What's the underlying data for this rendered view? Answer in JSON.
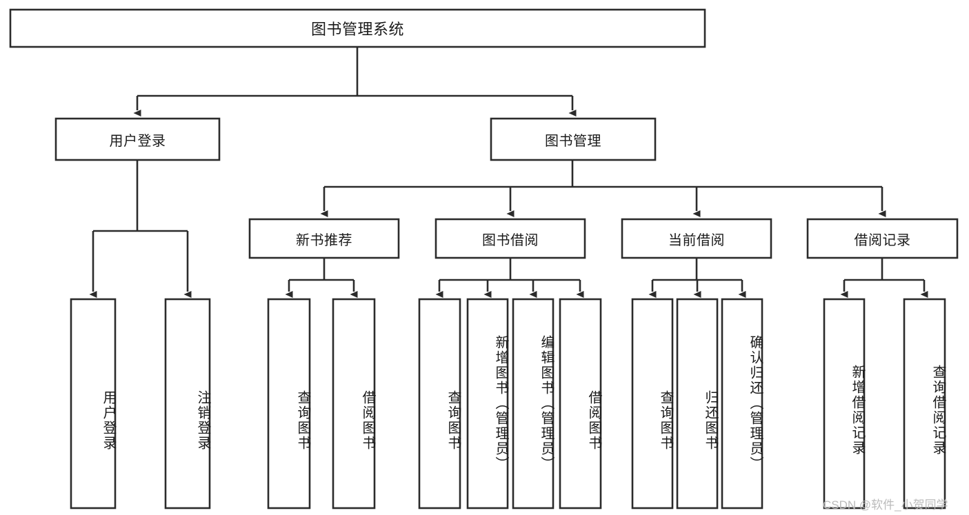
{
  "diagram": {
    "type": "tree-hierarchy",
    "title": "图书管理系统",
    "root": {
      "id": "root",
      "label": "图书管理系统",
      "level": 0
    },
    "level1": [
      {
        "id": "user-login",
        "label": "用户登录"
      },
      {
        "id": "book-management",
        "label": "图书管理"
      }
    ],
    "level2": [
      {
        "id": "new-book-recommend",
        "label": "新书推荐",
        "parent": "book-management"
      },
      {
        "id": "book-borrow",
        "label": "图书借阅",
        "parent": "book-management"
      },
      {
        "id": "current-borrow",
        "label": "当前借阅",
        "parent": "book-management"
      },
      {
        "id": "borrow-record",
        "label": "借阅记录",
        "parent": "book-management"
      }
    ],
    "leaves": {
      "user-login": [
        {
          "id": "leaf-user-login",
          "label": "用户登录"
        },
        {
          "id": "leaf-logout",
          "label": "注销登录"
        }
      ],
      "new-book-recommend": [
        {
          "id": "leaf-query-book-1",
          "label": "查询图书"
        },
        {
          "id": "leaf-borrow-book-1",
          "label": "借阅图书"
        }
      ],
      "book-borrow": [
        {
          "id": "leaf-query-book-2",
          "label": "查询图书"
        },
        {
          "id": "leaf-add-book",
          "label": "新增图书（管理员）"
        },
        {
          "id": "leaf-edit-book",
          "label": "编辑图书（管理员）"
        },
        {
          "id": "leaf-borrow-book-2",
          "label": "借阅图书"
        }
      ],
      "current-borrow": [
        {
          "id": "leaf-query-book-3",
          "label": "查询图书"
        },
        {
          "id": "leaf-return-book",
          "label": "归还图书"
        },
        {
          "id": "leaf-confirm-return",
          "label": "确认归还（管理员）"
        }
      ],
      "borrow-record": [
        {
          "id": "leaf-add-record",
          "label": "新增借阅记录"
        },
        {
          "id": "leaf-query-record",
          "label": "查询借阅记录"
        }
      ]
    },
    "colors": {
      "stroke": "#2b2b2b",
      "fill": "#ffffff",
      "text": "#1a1a1a",
      "watermark": "#b8b8b8"
    }
  },
  "watermark": {
    "text": "CSDN @软件_小贺同学"
  }
}
